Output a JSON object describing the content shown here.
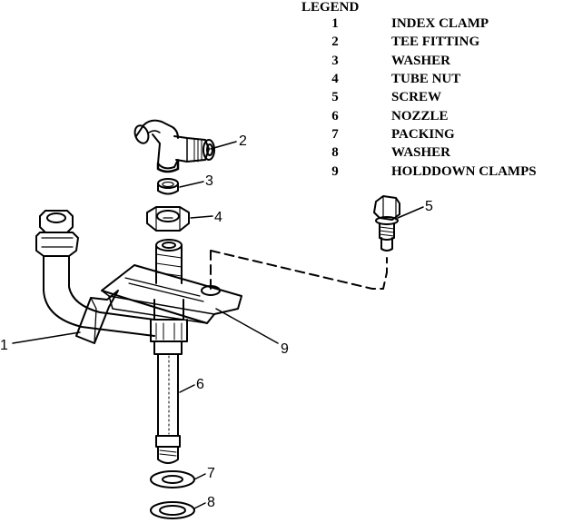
{
  "legend": {
    "title": "LEGEND",
    "items": [
      {
        "num": "1",
        "name": "INDEX CLAMP"
      },
      {
        "num": "2",
        "name": "TEE FITTING"
      },
      {
        "num": "3",
        "name": "WASHER"
      },
      {
        "num": "4",
        "name": "TUBE NUT"
      },
      {
        "num": "5",
        "name": "SCREW"
      },
      {
        "num": "6",
        "name": "NOZZLE"
      },
      {
        "num": "7",
        "name": "PACKING"
      },
      {
        "num": "8",
        "name": "WASHER"
      },
      {
        "num": "9",
        "name": "HOLDDOWN CLAMPS"
      }
    ]
  },
  "callouts": {
    "c1": "1",
    "c2": "2",
    "c3": "3",
    "c4": "4",
    "c5": "5",
    "c6": "6",
    "c7": "7",
    "c8": "8",
    "c9": "9"
  }
}
